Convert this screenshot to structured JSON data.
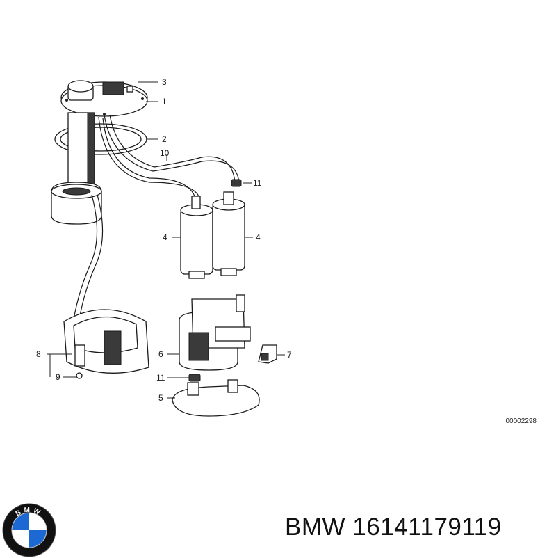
{
  "diagram": {
    "callouts": [
      "3",
      "1",
      "2",
      "10",
      "11",
      "4",
      "4",
      "8",
      "9",
      "6",
      "7",
      "11",
      "5"
    ],
    "drawing_number": "00002298"
  },
  "logo": {
    "letters": "BMW",
    "colors": {
      "blue": "#1c69d4",
      "ring": "#111111",
      "white": "#ffffff"
    }
  },
  "part": {
    "title": "BMW 16141179119"
  }
}
